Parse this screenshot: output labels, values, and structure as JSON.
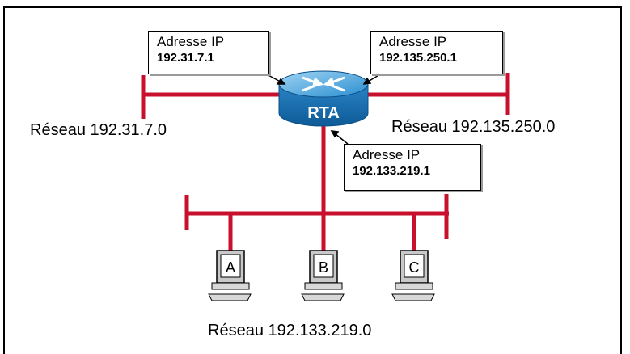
{
  "router": {
    "label": "RTA"
  },
  "address_boxes": [
    {
      "title": "Adresse IP",
      "value": "192.31.7.1"
    },
    {
      "title": "Adresse IP",
      "value": "192.135.250.1"
    },
    {
      "title": "Adresse IP",
      "value": "192.133.219.1"
    }
  ],
  "networks": [
    {
      "label": "Réseau 192.31.7.0"
    },
    {
      "label": "Réseau 192.135.250.0"
    },
    {
      "label": "Réseau 192.133.219.0"
    }
  ],
  "hosts": [
    {
      "label": "A"
    },
    {
      "label": "B"
    },
    {
      "label": "C"
    }
  ],
  "colors": {
    "segment": "#c8102e",
    "router": "#1d7fc4",
    "router_dark": "#0b4f86"
  }
}
